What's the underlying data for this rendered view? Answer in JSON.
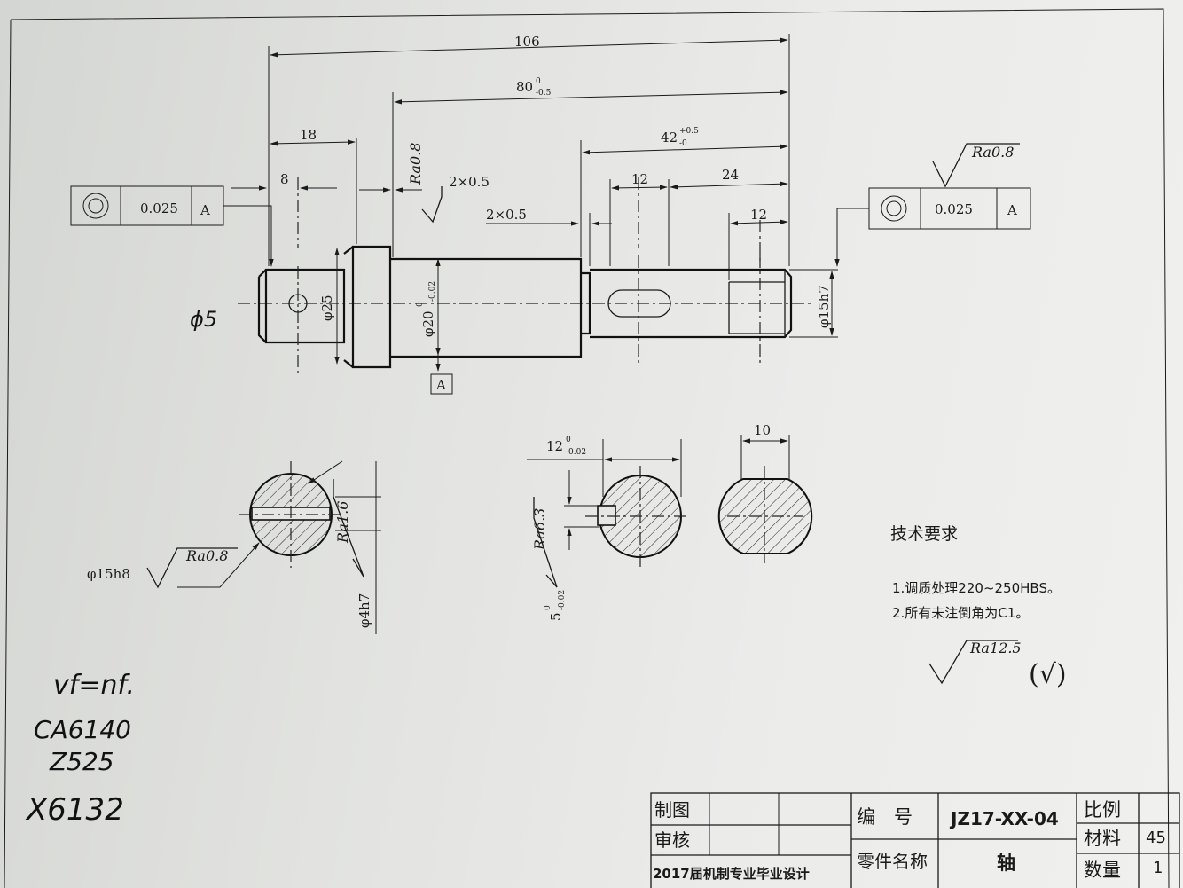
{
  "dimensions": {
    "overall": "106",
    "length_80": "80",
    "length_80_tol_upper": "0",
    "length_80_tol_lower": "-0.5",
    "length_42": "42",
    "length_42_tol_upper": "+0.5",
    "length_42_tol_lower": "-0",
    "d18": "18",
    "d8": "8",
    "d12a": "12",
    "d24": "24",
    "d12b": "12",
    "groove1": "2×0.5",
    "groove2": "2×0.5",
    "dia25": "φ25",
    "dia20": "φ20",
    "dia20_tol_upper": "0",
    "dia20_tol_lower": "-0.02",
    "dia15h7": "φ15h7",
    "dia15h8": "φ15h8",
    "dia4h7": "φ4h7",
    "key12": "12",
    "key12_tol_upper": "0",
    "key12_tol_lower": "-0.02",
    "key5": "5",
    "key5_tol_upper": "0",
    "key5_tol_lower": "-0.02",
    "flat10": "10"
  },
  "tolerance_frames": {
    "left": {
      "value": "0.025",
      "datum": "A"
    },
    "right": {
      "value": "0.025",
      "datum": "A"
    }
  },
  "datum_label": "A",
  "roughness": {
    "ra08_a": "Ra0.8",
    "ra08_b": "Ra0.8",
    "ra08_c": "Ra0.8",
    "ra16": "Ra1.6",
    "ra63": "Ra6.3",
    "ra125": "Ra12.5",
    "ra125_paren": "(√)"
  },
  "tech_requirements": {
    "title": "技术要求",
    "item1": "1.调质处理220~250HBS。",
    "item2": "2.所有未注倒角为C1。"
  },
  "handwriting": {
    "phi5": "ϕ5",
    "formula": "vf=nf.",
    "machine1": "CA6140",
    "machine2": "Z525",
    "machine3": "X6132"
  },
  "title_block": {
    "drawn_label": "制图",
    "checked_label": "审核",
    "school_label": "2017届机制专业毕业设计",
    "code_label": "编　号",
    "code_value": "JZ17-XX-04",
    "part_name_label": "零件名称",
    "part_name_value": "轴",
    "scale_label": "比例",
    "material_label": "材料",
    "material_value": "45",
    "quantity_label": "数量",
    "quantity_value": "1"
  }
}
